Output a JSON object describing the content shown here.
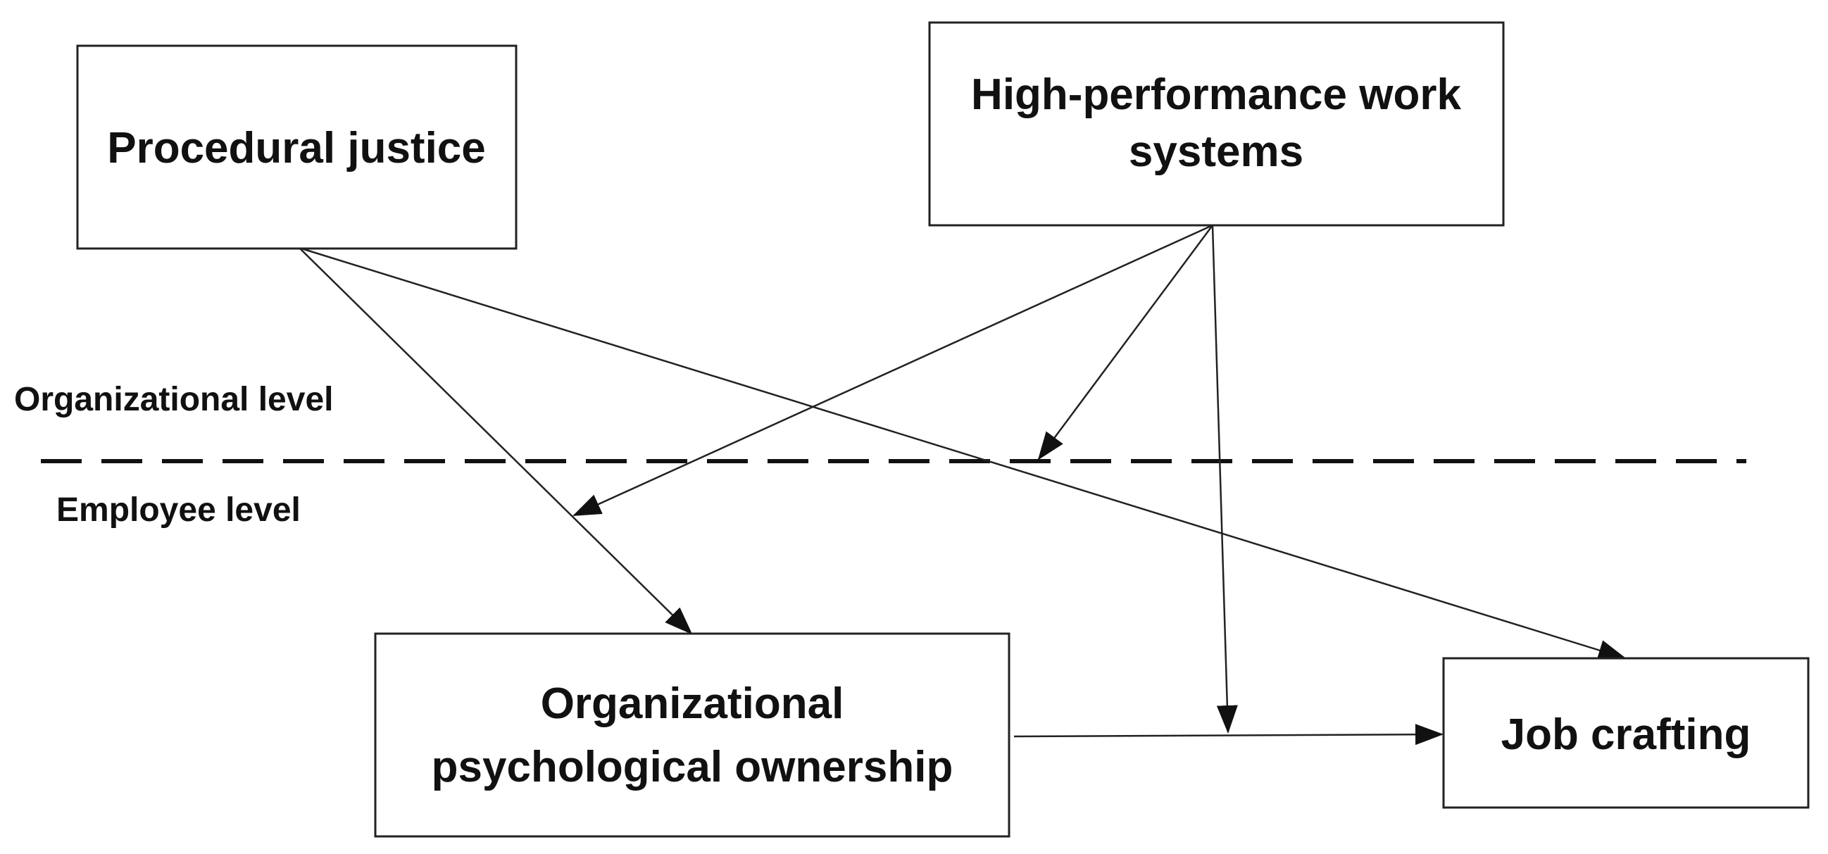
{
  "boxes": {
    "procedural_justice": {
      "lines": [
        "Procedural justice"
      ]
    },
    "hpws": {
      "lines": [
        "High-performance work",
        "systems"
      ]
    },
    "org_psych_ownership": {
      "lines": [
        "Organizational",
        "psychological ownership"
      ]
    },
    "job_crafting": {
      "lines": [
        "Job crafting"
      ]
    }
  },
  "levels": {
    "organizational": "Organizational level",
    "employee": "Employee level"
  },
  "colors": {
    "stroke": "#222222",
    "text": "#111111",
    "background": "#ffffff"
  }
}
